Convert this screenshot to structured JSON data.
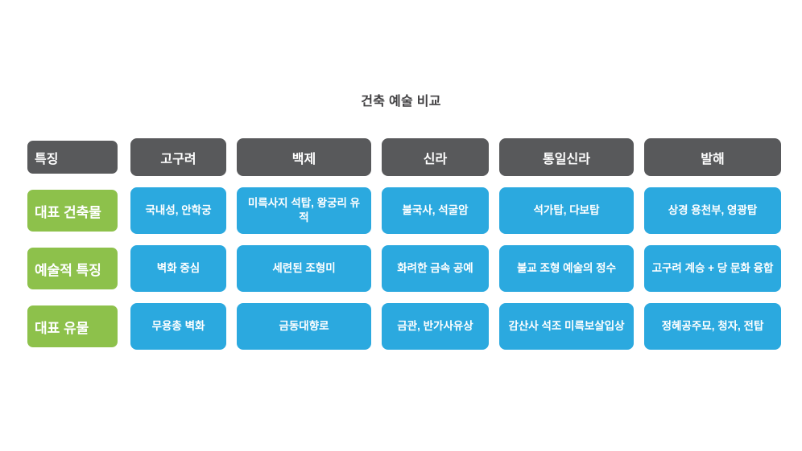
{
  "title": "건축 예술 비교",
  "colors": {
    "background": "#FFFFFF",
    "title_text": "#414042",
    "header_gray": "#58595B",
    "row_label_green": "#8DC14B",
    "cell_blue": "#2BA9DF",
    "cell_text": "#FFFFFF",
    "row_label_border": "#FFFFFF"
  },
  "table": {
    "header": [
      "특징",
      "고구려",
      "백제",
      "신라",
      "통일신라",
      "발해"
    ],
    "rows": [
      {
        "label": "대표 건축물",
        "cells": [
          "국내성, 안학궁",
          "미륵사지 석탑, 왕궁리 유적",
          "불국사, 석굴암",
          "석가탑, 다보탑",
          "상경 용천부, 영광탑"
        ]
      },
      {
        "label": "예술적 특징",
        "cells": [
          "벽화 중심",
          "세련된 조형미",
          "화려한 금속 공예",
          "불교 조형 예술의 정수",
          "고구려 계승 + 당 문화 융합"
        ]
      },
      {
        "label": "대표 유물",
        "cells": [
          "무용총 벽화",
          "금동대향로",
          "금관, 반가사유상",
          "감산사 석조 미륵보살입상",
          "정혜공주묘, 청자, 전탑"
        ]
      }
    ]
  }
}
